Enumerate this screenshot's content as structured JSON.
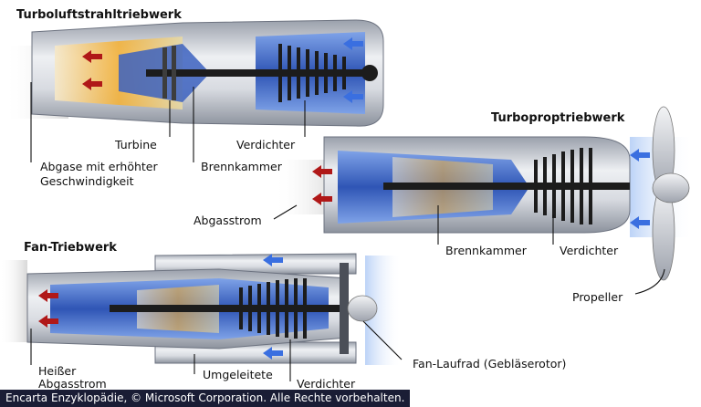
{
  "titles": {
    "turbojet": "Turboluftstrahltriebwerk",
    "turboprop": "Turboproptriebwerk",
    "turbofan": "Fan-Triebwerk"
  },
  "labels": {
    "turbine": "Turbine",
    "verdichter_1": "Verdichter",
    "abgase_line1": "Abgase mit erhöhter",
    "abgase_line2": "Geschwindigkeit",
    "brennkammer_1": "Brennkammer",
    "abgasstrom": "Abgasstrom",
    "brennkammer_2": "Brennkammer",
    "verdichter_2": "Verdichter",
    "propeller": "Propeller",
    "fan_laufrad": "Fan-Laufrad (Gebläserotor)",
    "heisser_line1": "Heißer",
    "heisser_line2": "Abgasstrom",
    "umgeleitete": "Umgeleitete",
    "verdichter_3": "Verdichter"
  },
  "footer": "Encarta Enzyklopädie, © Microsoft Corporation. Alle Rechte vorbehalten.",
  "colors": {
    "casing": "#c9ccd3",
    "core_blue": "#3f6fd0",
    "hot_flame": "#f2b13a",
    "exhaust_arrow": "#b01818",
    "intake_arrow": "#3a6fe0",
    "shaft": "#1c1c1c"
  }
}
